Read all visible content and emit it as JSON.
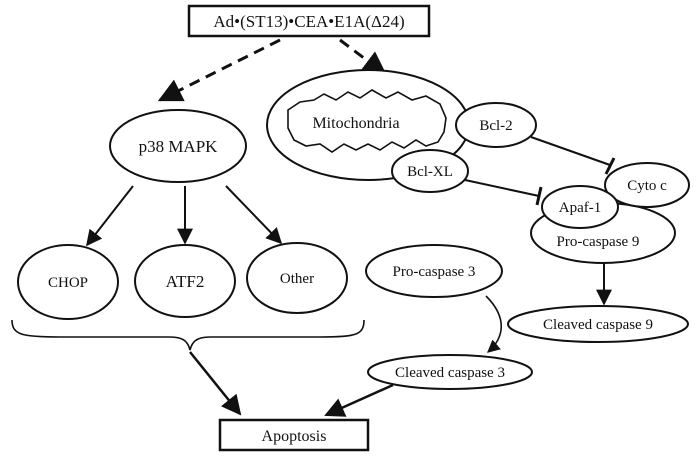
{
  "diagram": {
    "top_construct": "Ad•(ST13)•CEA•E1A(Δ24)",
    "mitochondria": "Mitochondria",
    "bcl2": "Bcl-2",
    "bclxl": "Bcl-XL",
    "cyto_c": "Cyto c",
    "apaf1": "Apaf-1",
    "procaspase9": "Pro-caspase 9",
    "cleaved_caspase9": "Cleaved caspase 9",
    "p38": "p38 MAPK",
    "chop": "CHOP",
    "atf2": "ATF2",
    "other": "Other",
    "procaspase3": "Pro-caspase 3",
    "cleaved_caspase3": "Cleaved caspase 3",
    "apoptosis": "Apoptosis"
  }
}
